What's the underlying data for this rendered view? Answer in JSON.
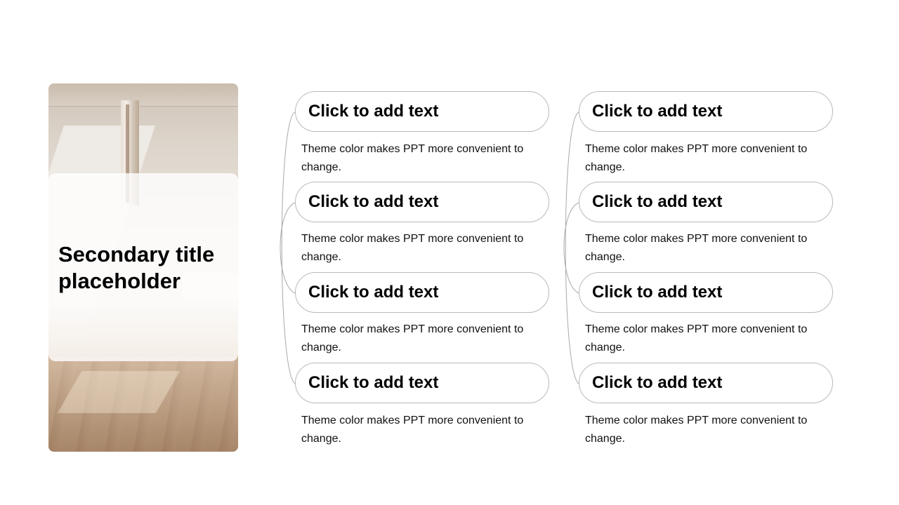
{
  "sidebar": {
    "secondary_title": "Secondary title placeholder",
    "image": "interior-room-photo"
  },
  "columns": [
    {
      "items": [
        {
          "heading": "Click to add text",
          "body": "Theme color makes PPT more convenient to change."
        },
        {
          "heading": "Click to add text",
          "body": "Theme color makes PPT more convenient to change."
        },
        {
          "heading": "Click to add text",
          "body": "Theme color makes PPT more convenient to change."
        },
        {
          "heading": "Click to add text",
          "body": "Theme color makes PPT more convenient to change."
        }
      ]
    },
    {
      "items": [
        {
          "heading": "Click to add text",
          "body": "Theme color makes PPT more convenient to change."
        },
        {
          "heading": "Click to add text",
          "body": "Theme color makes PPT more convenient to change."
        },
        {
          "heading": "Click to add text",
          "body": "Theme color makes PPT more convenient to change."
        },
        {
          "heading": "Click to add text",
          "body": "Theme color makes PPT more convenient to change."
        }
      ]
    }
  ],
  "colors": {
    "pill_border": "#b9b9b9",
    "connector": "#a8a8a8",
    "text": "#000000"
  }
}
